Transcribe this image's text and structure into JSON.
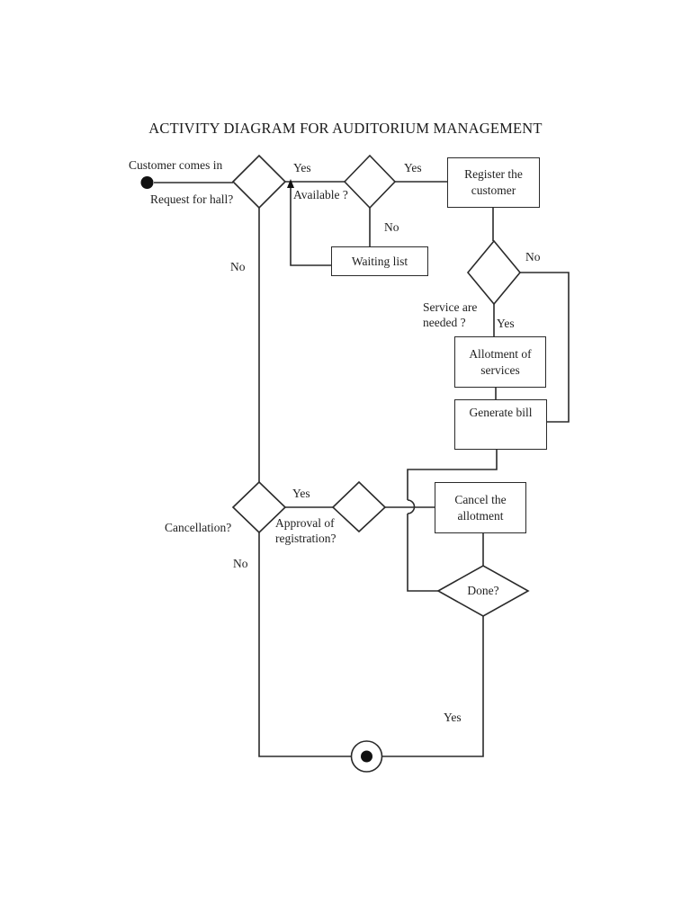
{
  "title": "ACTIVITY DIAGRAM FOR AUDITORIUM MANAGEMENT",
  "colors": {
    "ink": "#2a2a2a",
    "background": "#ffffff"
  },
  "start": {
    "label": "Customer comes in"
  },
  "questions": {
    "request": "Request for hall?",
    "available": "Available ?",
    "service": "Service are\nneeded ?",
    "cancellation": "Cancellation?",
    "approval": "Approval of\nregistration?",
    "done": "Done?"
  },
  "activities": {
    "register": "Register the\ncustomer",
    "waiting_list": "Waiting list",
    "allotment": "Allotment of\nservices",
    "generate_bill": "Generate bill",
    "cancel_allotment": "Cancel the\nallotment"
  },
  "guards": {
    "request_yes": "Yes",
    "request_no": "No",
    "available_yes": "Yes",
    "available_no": "No",
    "service_yes": "Yes",
    "service_no": "No",
    "cancellation_yes": "Yes",
    "cancellation_no": "No",
    "done_yes": "Yes"
  }
}
